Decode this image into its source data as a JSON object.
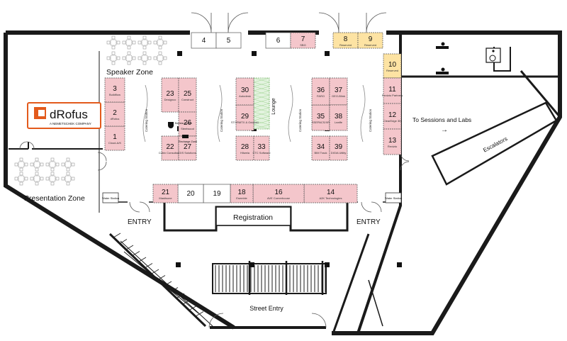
{
  "labels": {
    "speaker_zone": "Speaker Zone",
    "presentation_zone": "Presentation Zone",
    "to_sessions": "To Sessions and Labs",
    "arrow": "→",
    "escalators": "Escalators",
    "registration": "Registration",
    "entry": "ENTRY",
    "street_entry": "Street Entry",
    "lounge": "Lounge",
    "water_station": "Water Station",
    "catering_station": "Catering Station",
    "recharge_zone": "Recharge Zone",
    "barista": "Barista Coffee"
  },
  "sponsor_logo": {
    "name": "dRofus",
    "tagline": "A NEMETSCHEK COMPANY",
    "color": "#e35a1c"
  },
  "booths": [
    {
      "id": "b1",
      "num": "1",
      "company": "Cloud-A/K",
      "status": "booked"
    },
    {
      "id": "b2",
      "num": "2",
      "company": "dRofus",
      "status": "booked"
    },
    {
      "id": "b3",
      "num": "3",
      "company": "Buildflow",
      "status": "booked"
    },
    {
      "id": "b4",
      "num": "4",
      "company": "",
      "status": "open"
    },
    {
      "id": "b5",
      "num": "5",
      "company": "",
      "status": "open"
    },
    {
      "id": "b6",
      "num": "6",
      "company": "",
      "status": "open"
    },
    {
      "id": "b7",
      "num": "7",
      "company": "SBG",
      "status": "booked"
    },
    {
      "id": "b8",
      "num": "8",
      "company": "Reserved",
      "status": "reserved"
    },
    {
      "id": "b9",
      "num": "9",
      "company": "Reserved",
      "status": "reserved"
    },
    {
      "id": "b10",
      "num": "10",
      "company": "Reserved",
      "status": "reserved"
    },
    {
      "id": "b11",
      "num": "11",
      "company": "Revizto Partners",
      "status": "booked"
    },
    {
      "id": "b12",
      "num": "12",
      "company": "ClearEdge 3D",
      "status": "booked"
    },
    {
      "id": "b13",
      "num": "13",
      "company": "Revizto",
      "status": "booked"
    },
    {
      "id": "b14",
      "num": "14",
      "company": "A2K Technologies",
      "status": "booked"
    },
    {
      "id": "b16",
      "num": "16",
      "company": "AVE Cornerhouse",
      "status": "booked"
    },
    {
      "id": "b18",
      "num": "18",
      "company": "Esemble",
      "status": "booked"
    },
    {
      "id": "b19",
      "num": "19",
      "company": "",
      "status": "open"
    },
    {
      "id": "b20",
      "num": "20",
      "company": "",
      "status": "open"
    },
    {
      "id": "b21",
      "num": "21",
      "company": "Mastisone",
      "status": "booked"
    },
    {
      "id": "b22",
      "num": "22",
      "company": "Cubix Consultants",
      "status": "booked"
    },
    {
      "id": "b23",
      "num": "23",
      "company": "Designco",
      "status": "booked"
    },
    {
      "id": "b25",
      "num": "25",
      "company": "Construct",
      "status": "booked"
    },
    {
      "id": "b26",
      "num": "26",
      "company": "Steelwood",
      "status": "booked"
    },
    {
      "id": "b27",
      "num": "27",
      "company": "GIS Solutions",
      "status": "booked"
    },
    {
      "id": "b28",
      "num": "28",
      "company": "Hilwela",
      "status": "booked"
    },
    {
      "id": "b29",
      "num": "29",
      "company": "STORMTX & Octahex",
      "status": "booked"
    },
    {
      "id": "b30",
      "num": "30",
      "company": "Autodesk",
      "status": "booked"
    },
    {
      "id": "b33",
      "num": "33",
      "company": "CTC Software",
      "status": "booked"
    },
    {
      "id": "b34",
      "num": "34",
      "company": "BIM Track",
      "status": "booked"
    },
    {
      "id": "b35",
      "num": "35",
      "company": "SSEPACS/XR",
      "status": "booked"
    },
    {
      "id": "b36",
      "num": "36",
      "company": "FARO",
      "status": "booked"
    },
    {
      "id": "b37",
      "num": "37",
      "company": "GEO-Blink",
      "status": "booked"
    },
    {
      "id": "b38",
      "num": "38",
      "company": "Leaffe",
      "status": "booked"
    },
    {
      "id": "b39",
      "num": "39",
      "company": "DIGIA Utility",
      "status": "booked"
    }
  ],
  "colors": {
    "booked": "#f4c6cb",
    "reserved": "#fde3a3",
    "open": "#ffffff",
    "lounge": "#e3f3df",
    "walls": "#1a1a1a"
  }
}
